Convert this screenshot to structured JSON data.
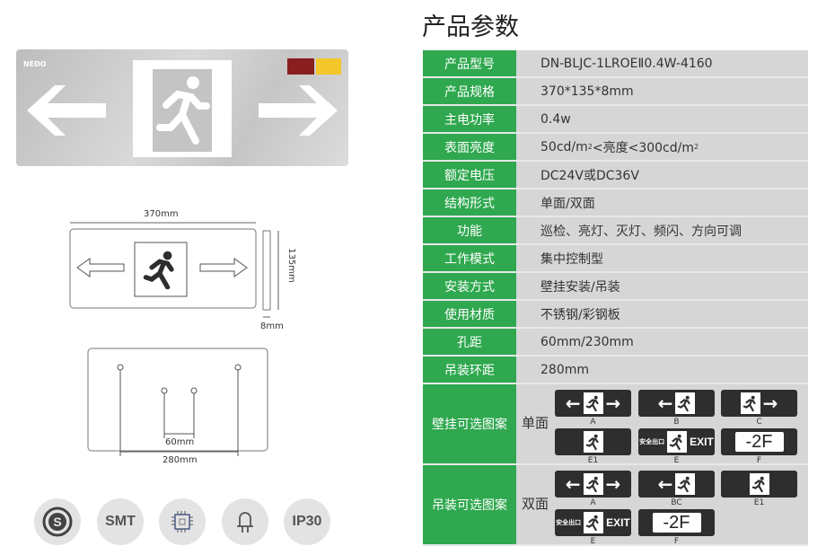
{
  "title": "产品参数",
  "brand": "NEDO",
  "specs": [
    {
      "key": "产品型号",
      "value": "DN-BLJC-1LROEⅡ0.4W-4160"
    },
    {
      "key": "产品规格",
      "value": "370*135*8mm"
    },
    {
      "key": "主电功率",
      "value": "0.4w"
    },
    {
      "key": "表面亮度",
      "value_parts": [
        "50cd/m",
        "2",
        "<亮度<300cd/m",
        "2"
      ]
    },
    {
      "key": "额定电压",
      "value": "DC24V或DC36V"
    },
    {
      "key": "结构形式",
      "value": "单面/双面"
    },
    {
      "key": "功能",
      "value": "巡检、亮灯、灭灯、频闪、方向可调"
    },
    {
      "key": "工作模式",
      "value": "集中控制型"
    },
    {
      "key": "安装方式",
      "value": "壁挂安装/吊装"
    },
    {
      "key": "使用材质",
      "value": "不锈钢/彩钢板"
    },
    {
      "key": "孔距",
      "value": "60mm/230mm"
    },
    {
      "key": "吊装环距",
      "value": "280mm"
    }
  ],
  "patterns": {
    "wall": {
      "key": "壁挂可选图案",
      "face": "单面",
      "labels": [
        "A",
        "B",
        "C",
        "E1",
        "E",
        "F"
      ]
    },
    "hang": {
      "key": "吊装可选图案",
      "face": "双面",
      "labels": [
        "A",
        "BC",
        "E1",
        "E",
        "F"
      ]
    },
    "exit_cn": "安全出口",
    "exit_en": "EXIT",
    "floor": "-2F"
  },
  "dimensions": {
    "width": "370mm",
    "height": "135mm",
    "depth": "8mm",
    "hole_small": "60mm",
    "hole_large": "280mm"
  },
  "badges": [
    "S",
    "SMT",
    "chip",
    "led",
    "IP30"
  ],
  "colors": {
    "green": "#2fa84f",
    "gray": "#d6d6d6",
    "sign": "#2e2e2e"
  }
}
